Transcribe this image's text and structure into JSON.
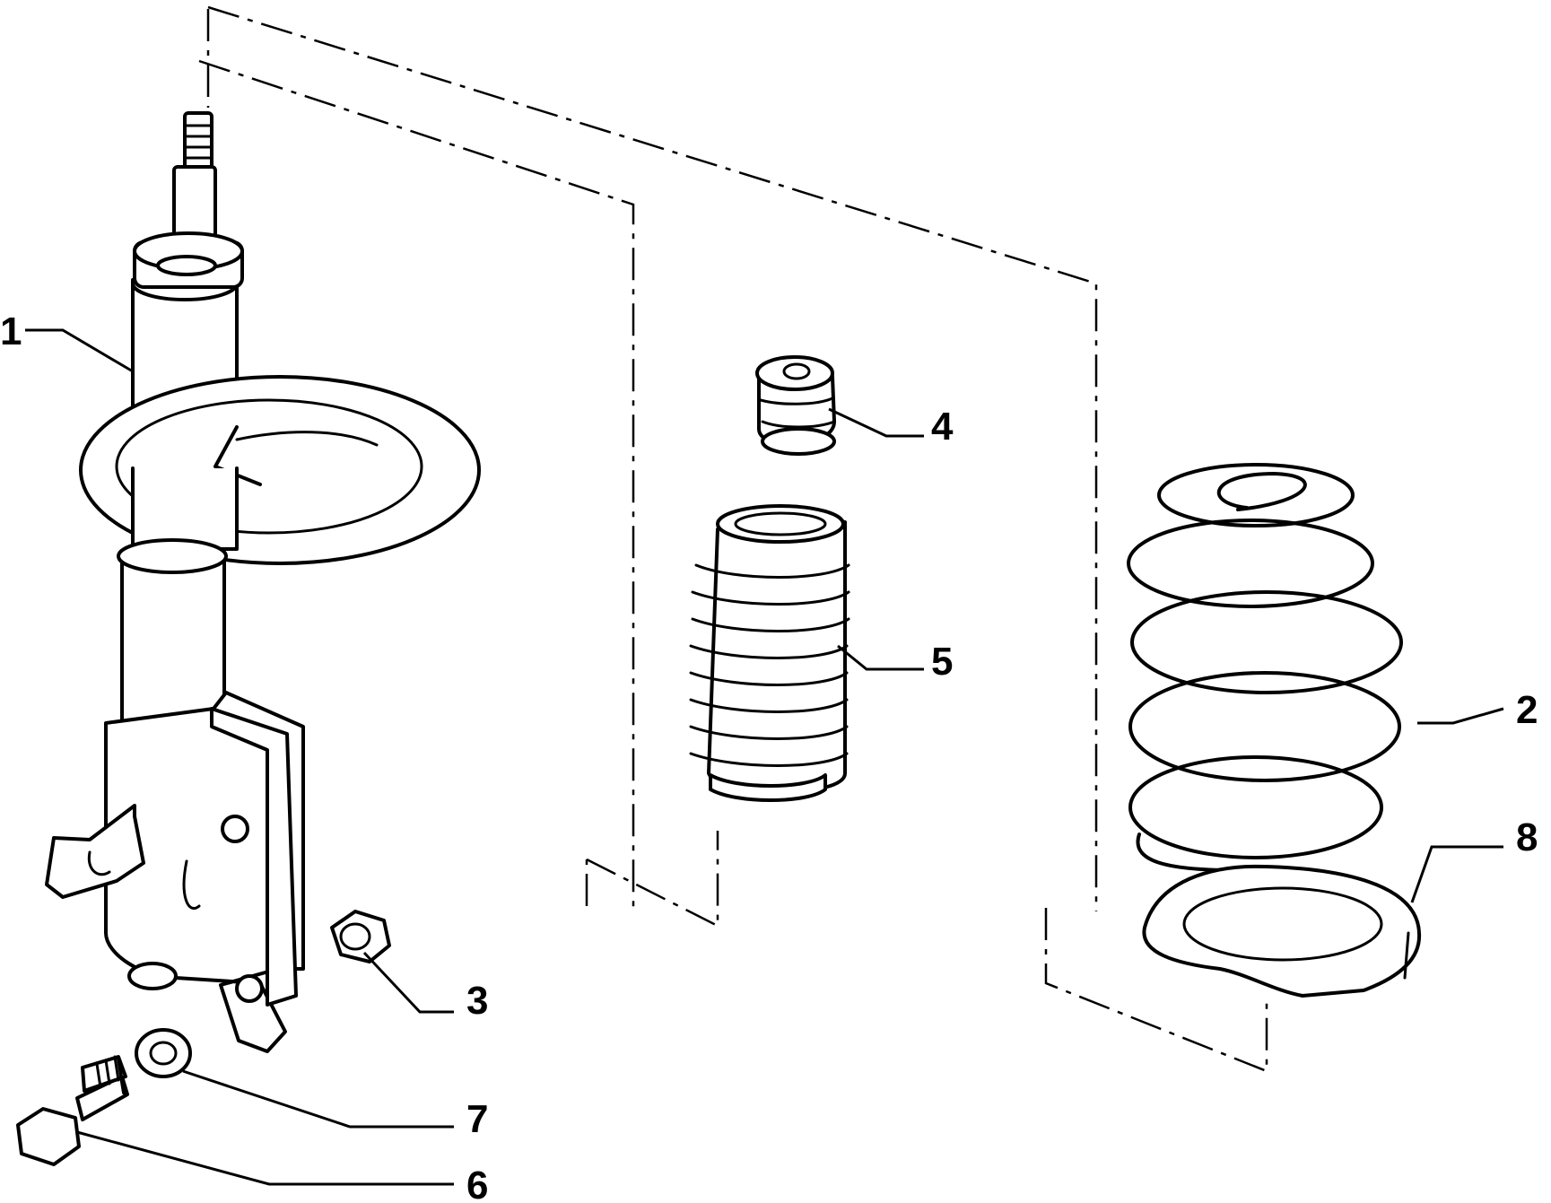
{
  "diagram": {
    "callouts": [
      {
        "id": "strut",
        "label": "1"
      },
      {
        "id": "coil-spring",
        "label": "2"
      },
      {
        "id": "nut",
        "label": "3"
      },
      {
        "id": "bump-stop",
        "label": "4"
      },
      {
        "id": "dust-boot",
        "label": "5"
      },
      {
        "id": "bolt",
        "label": "6"
      },
      {
        "id": "washer",
        "label": "7"
      },
      {
        "id": "spring-seat",
        "label": "8"
      }
    ]
  }
}
